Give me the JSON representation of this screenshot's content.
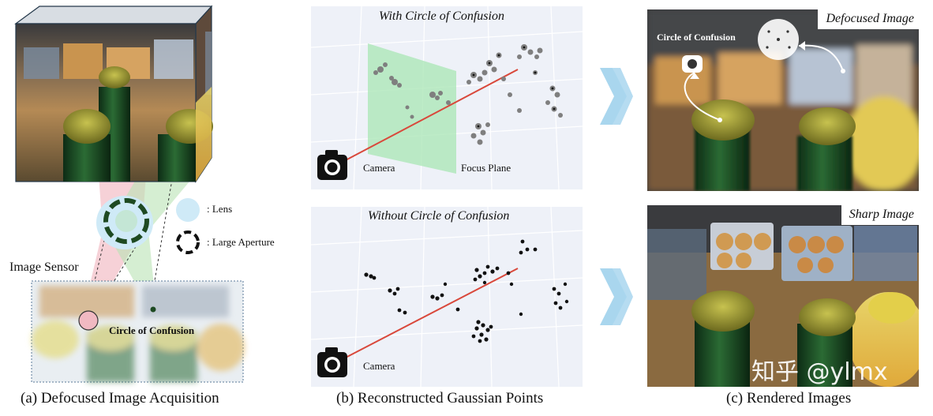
{
  "panel_a": {
    "caption": "(a) Defocused Image Acquisition",
    "image_sensor_label": "Image Sensor",
    "legend_lens": ": Lens",
    "legend_aperture": ": Large Aperture",
    "coc_label": "Circle of Confusion"
  },
  "panel_b": {
    "caption": "(b) Reconstructed Gaussian Points",
    "top_title": "With Circle of Confusion",
    "bottom_title": "Without Circle of Confusion",
    "camera_label_top": "Camera",
    "camera_label_bottom": "Camera",
    "focus_plane_label": "Focus Plane"
  },
  "panel_c": {
    "caption": "(c) Rendered Images",
    "top_title": "Defocused Image",
    "bottom_title": "Sharp Image",
    "coc_label": "Circle of Confusion",
    "watermark": "知乎 @ylmx"
  },
  "colors": {
    "focus_plane": "#a8e6b4",
    "ray_red": "#d9483b",
    "arrow_blue": "#a9d6ee",
    "cone_pink": "#f1b9c2",
    "cone_green": "#b9e2b4",
    "lens_blue": "#cfeaf7"
  }
}
